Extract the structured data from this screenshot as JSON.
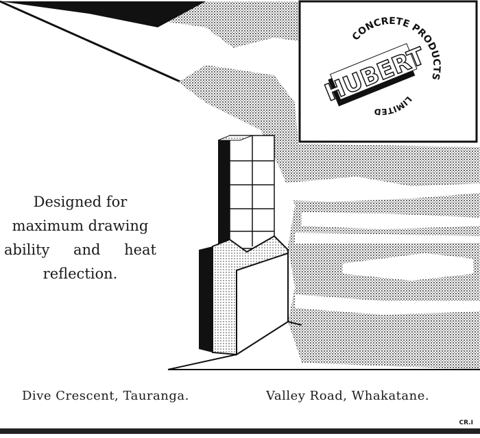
{
  "tagline": {
    "line1": "Designed for",
    "line2": "maximum drawing",
    "line3_a": "ability",
    "line3_b": "and",
    "line3_c": "heat",
    "line4": "reflection."
  },
  "logo": {
    "brand": "HUBERT",
    "ring_top": "CONCRETE PRODUCTS",
    "ring_bottom": "LIMITED"
  },
  "addresses": {
    "left": "Dive Crescent, Tauranga.",
    "right": "Valley Road, Whakatane."
  },
  "code": "CR.I",
  "colors": {
    "ink": "#1a1a1a",
    "paper": "#ffffff",
    "stipple": "#8a8a8a"
  }
}
